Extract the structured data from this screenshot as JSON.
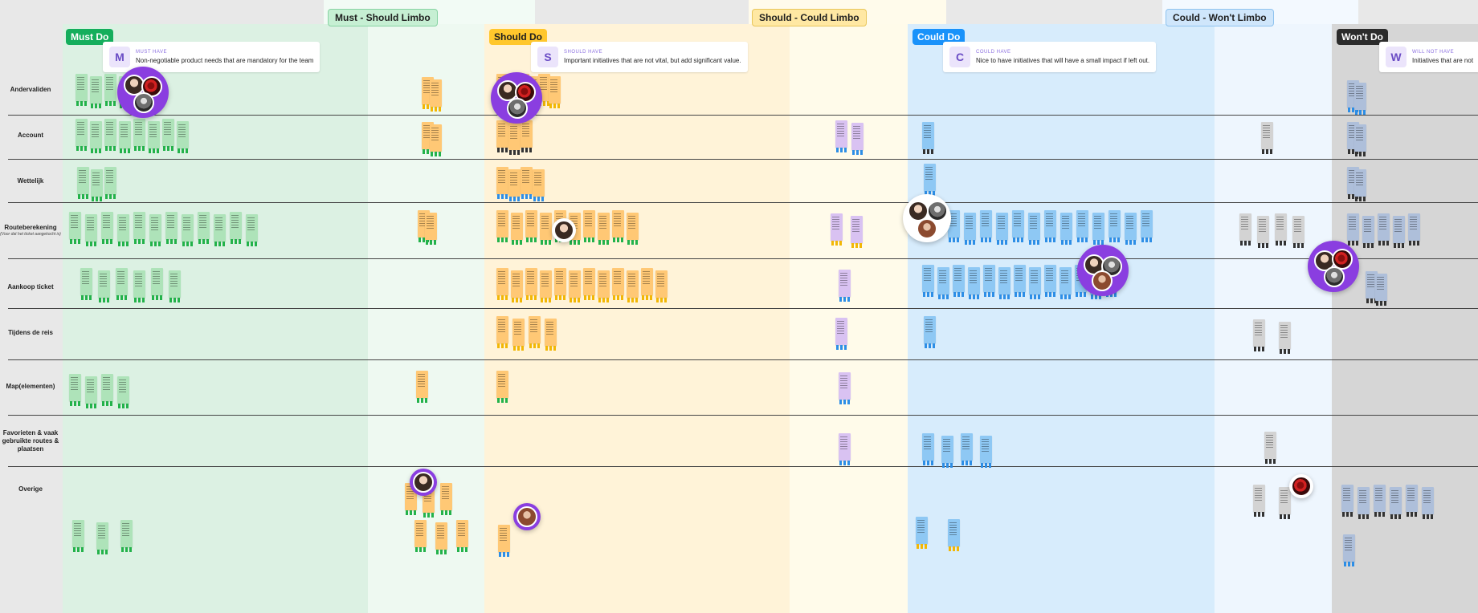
{
  "columns": [
    {
      "id": "must-do",
      "label": "Must Do",
      "bg": "#dcf1e3",
      "label_bg": "#14ae5c",
      "label_fg": "#ffffff"
    },
    {
      "id": "must-should-limbo",
      "bg": "#eef9f1"
    },
    {
      "id": "should-do",
      "label": "Should Do",
      "bg": "#fff3d8",
      "label_bg": "#ffc72c",
      "label_fg": "#1e1e1e"
    },
    {
      "id": "should-could-limbo",
      "bg": "#fffbea"
    },
    {
      "id": "could-do",
      "label": "Could Do",
      "bg": "#d7ecfc",
      "label_bg": "#1992fa",
      "label_fg": "#ffffff"
    },
    {
      "id": "could-wont-limbo",
      "bg": "#eef6fe"
    },
    {
      "id": "wont-do",
      "label": "Won't Do",
      "bg": "#d6d6d6",
      "label_bg": "#2c2c2c",
      "label_fg": "#ffffff"
    }
  ],
  "limbo_labels": [
    {
      "id": "must-should",
      "label": "Must - Should Limbo",
      "bg": "#c6efd3",
      "border": "#87d3a3",
      "band": "#f2fbf5"
    },
    {
      "id": "should-could",
      "label": "Should - Could Limbo",
      "bg": "#ffe8a3",
      "border": "#e8c65a",
      "band": "#fffbeb"
    },
    {
      "id": "could-wont",
      "label": "Could - Won't Limbo",
      "bg": "#cfe6fb",
      "border": "#8ec3ef",
      "band": "#f3f9ff"
    }
  ],
  "legend_cards": [
    {
      "id": "must-have",
      "badge": "M",
      "title": "MUST HAVE",
      "desc": "Non-negotiable product needs that are mandatory for the team",
      "badge_bg": "#ebe4fb",
      "badge_fg": "#6a4cc5"
    },
    {
      "id": "should-have",
      "badge": "S",
      "title": "SHOULD HAVE",
      "desc": "Important initiatives that are not vital, but add significant value.",
      "badge_bg": "#ebe4fb",
      "badge_fg": "#6a4cc5"
    },
    {
      "id": "could-have",
      "badge": "C",
      "title": "COULD HAVE",
      "desc": "Nice to have initiatives that will have a small impact if left out.",
      "badge_bg": "#ebe4fb",
      "badge_fg": "#6a4cc5"
    },
    {
      "id": "will-not-have",
      "badge": "W",
      "title": "WILL NOT HAVE",
      "desc": "Initiatives that are not",
      "badge_bg": "#ebe4fb",
      "badge_fg": "#6a4cc5"
    }
  ],
  "rows": [
    {
      "id": "andervaliden",
      "label": "Andervaliden",
      "sub": ""
    },
    {
      "id": "account",
      "label": "Account",
      "sub": ""
    },
    {
      "id": "wettelijk",
      "label": "Wettelijk",
      "sub": ""
    },
    {
      "id": "routeberekening",
      "label": "Routeberekening",
      "sub": "(Voor dat het ticket aangekocht is)"
    },
    {
      "id": "aankoop-ticket",
      "label": "Aankoop ticket",
      "sub": ""
    },
    {
      "id": "tijdens-de-reis",
      "label": "Tijdens de reis",
      "sub": ""
    },
    {
      "id": "map-elementen",
      "label": "Map(elementen)",
      "sub": ""
    },
    {
      "id": "favorieten",
      "label": "Favorieten & vaak gebruikte routes & plaatsen",
      "sub": ""
    },
    {
      "id": "overige",
      "label": "Overige",
      "sub": ""
    }
  ],
  "sticky_colors": {
    "green": "#aee3b9",
    "orange": "#ffc875",
    "purple": "#d9c2f2",
    "blue": "#8ec8f4",
    "grey": "#d3d3d3",
    "blue_grey": "#aebfda",
    "avatar_ring": "#8a3ee0"
  }
}
